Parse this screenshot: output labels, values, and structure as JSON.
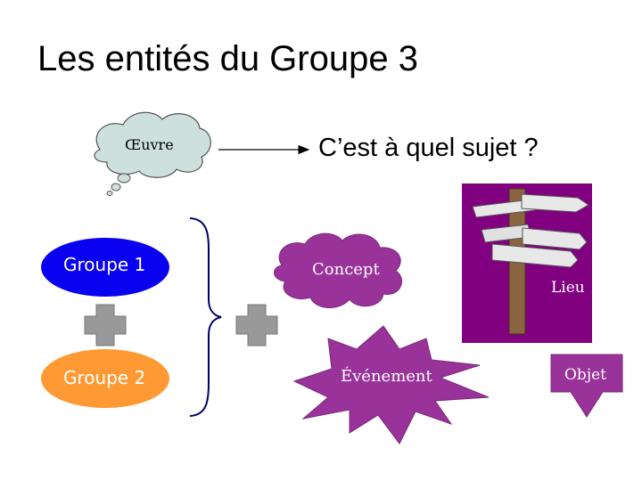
{
  "title": "Les entités du Groupe 3",
  "question": "C’est à quel sujet ?",
  "oeuvre": {
    "label": "Œuvre"
  },
  "groupe1": {
    "label": "Groupe 1",
    "color": "#0a00f0"
  },
  "groupe2": {
    "label": "Groupe 2",
    "color": "#ff9933"
  },
  "concept": {
    "label": "Concept",
    "color": "#993399"
  },
  "evenement": {
    "label": "Événement",
    "color": "#993399"
  },
  "lieu": {
    "label": "Lieu",
    "color": "#800080"
  },
  "objet": {
    "label": "Objet",
    "color": "#993399"
  },
  "colors": {
    "cloud_fill": "#cde0dc",
    "plus_fill": "#999999",
    "brace": "#000066"
  }
}
